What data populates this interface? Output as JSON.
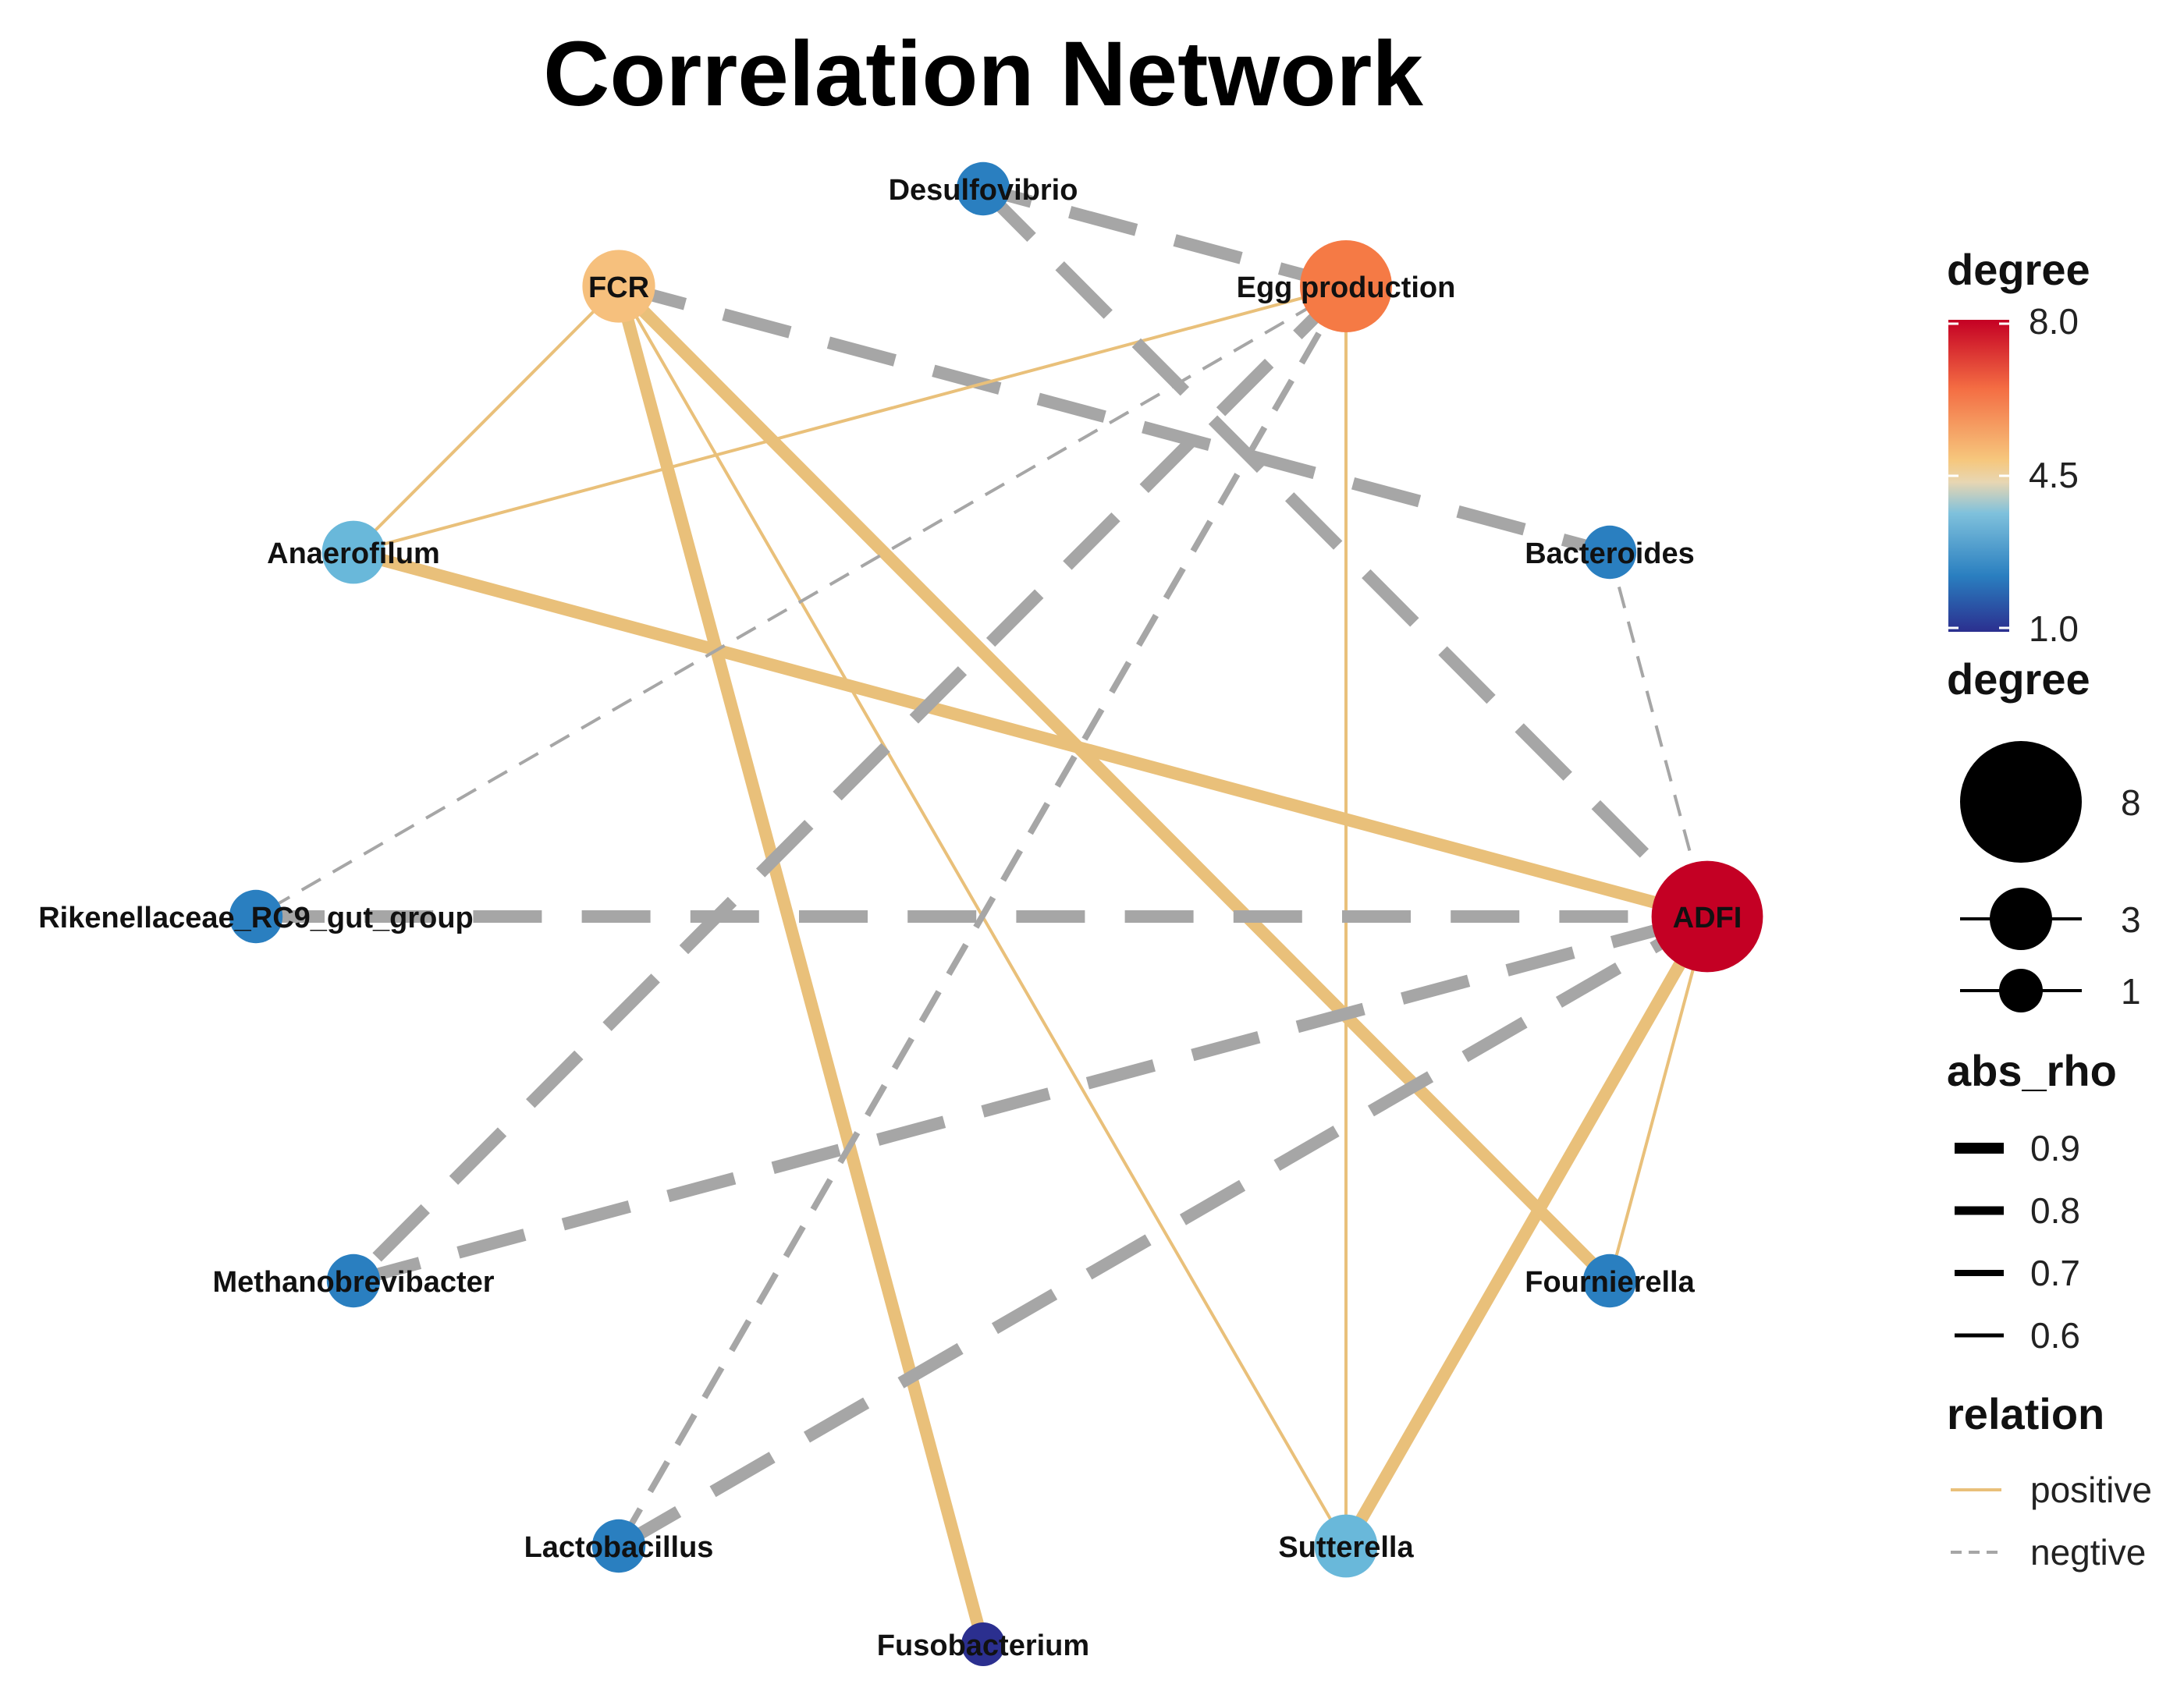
{
  "title": "Correlation Network",
  "colors": {
    "positive": "#E9C07A",
    "negative": "#A6A6A6",
    "degree_low": "#2B2F8F",
    "degree_mid": "#E8D6B2",
    "degree_high": "#C40024"
  },
  "nodes": [
    {
      "id": "Desulfovibrio",
      "label": "Desulfovibrio",
      "degree": 2,
      "color": "#2A7FC0"
    },
    {
      "id": "FCR",
      "label": "FCR",
      "degree": 4,
      "color": "#F6C07D"
    },
    {
      "id": "Egg production",
      "label": "Egg production",
      "degree": 6,
      "color": "#F57A45"
    },
    {
      "id": "Anaerofilum",
      "label": "Anaerofilum",
      "degree": 3,
      "color": "#69B8DA"
    },
    {
      "id": "Bacteroides",
      "label": "Bacteroides",
      "degree": 2,
      "color": "#2A7FC0"
    },
    {
      "id": "Rikenellaceae_RC9_gut_group",
      "label": "Rikenellaceae_RC9_gut_group",
      "degree": 2,
      "color": "#2A7FC0"
    },
    {
      "id": "ADFI",
      "label": "ADFI",
      "degree": 8,
      "color": "#C40024"
    },
    {
      "id": "Methanobrevibacter",
      "label": "Methanobrevibacter",
      "degree": 2,
      "color": "#2A7FC0"
    },
    {
      "id": "Fournierella",
      "label": "Fournierella",
      "degree": 2,
      "color": "#2A7FC0"
    },
    {
      "id": "Lactobacillus",
      "label": "Lactobacillus",
      "degree": 2,
      "color": "#2A7FC0"
    },
    {
      "id": "Sutterella",
      "label": "Sutterella",
      "degree": 3,
      "color": "#69B8DA"
    },
    {
      "id": "Fusobacterium",
      "label": "Fusobacterium",
      "degree": 1,
      "color": "#2B2F8F"
    }
  ],
  "edges": [
    {
      "source": "FCR",
      "target": "Anaerofilum",
      "relation": "positive",
      "abs_rho": 0.6
    },
    {
      "source": "FCR",
      "target": "Fusobacterium",
      "relation": "positive",
      "abs_rho": 0.9
    },
    {
      "source": "FCR",
      "target": "Sutterella",
      "relation": "positive",
      "abs_rho": 0.6
    },
    {
      "source": "FCR",
      "target": "Fournierella",
      "relation": "positive",
      "abs_rho": 0.9
    },
    {
      "source": "FCR",
      "target": "Bacteroides",
      "relation": "negative",
      "abs_rho": 0.9
    },
    {
      "source": "Anaerofilum",
      "target": "Egg production",
      "relation": "positive",
      "abs_rho": 0.6
    },
    {
      "source": "Anaerofilum",
      "target": "ADFI",
      "relation": "positive",
      "abs_rho": 0.9
    },
    {
      "source": "Egg production",
      "target": "Sutterella",
      "relation": "positive",
      "abs_rho": 0.6
    },
    {
      "source": "Egg production",
      "target": "Desulfovibrio",
      "relation": "negative",
      "abs_rho": 0.9
    },
    {
      "source": "Egg production",
      "target": "Rikenellaceae_RC9_gut_group",
      "relation": "negative",
      "abs_rho": 0.6
    },
    {
      "source": "Egg production",
      "target": "Methanobrevibacter",
      "relation": "negative",
      "abs_rho": 0.9
    },
    {
      "source": "Egg production",
      "target": "Lactobacillus",
      "relation": "negative",
      "abs_rho": 0.7
    },
    {
      "source": "Desulfovibrio",
      "target": "ADFI",
      "relation": "negative",
      "abs_rho": 0.9
    },
    {
      "source": "Bacteroides",
      "target": "ADFI",
      "relation": "negative",
      "abs_rho": 0.6
    },
    {
      "source": "Rikenellaceae_RC9_gut_group",
      "target": "ADFI",
      "relation": "negative",
      "abs_rho": 0.9
    },
    {
      "source": "Methanobrevibacter",
      "target": "ADFI",
      "relation": "negative",
      "abs_rho": 0.9
    },
    {
      "source": "Lactobacillus",
      "target": "ADFI",
      "relation": "negative",
      "abs_rho": 0.9
    },
    {
      "source": "Sutterella",
      "target": "ADFI",
      "relation": "positive",
      "abs_rho": 0.9
    },
    {
      "source": "Fournierella",
      "target": "ADFI",
      "relation": "positive",
      "abs_rho": 0.6
    }
  ],
  "legend": {
    "color": {
      "title": "degree",
      "ticks": [
        "8.0",
        "4.5",
        "1.0"
      ]
    },
    "size": {
      "title": "degree",
      "items": [
        "8",
        "3",
        "1"
      ]
    },
    "width": {
      "title": "abs_rho",
      "items": [
        "0.9",
        "0.8",
        "0.7",
        "0.6"
      ]
    },
    "relation": {
      "title": "relation",
      "items": [
        "positive",
        "negtive"
      ]
    }
  }
}
